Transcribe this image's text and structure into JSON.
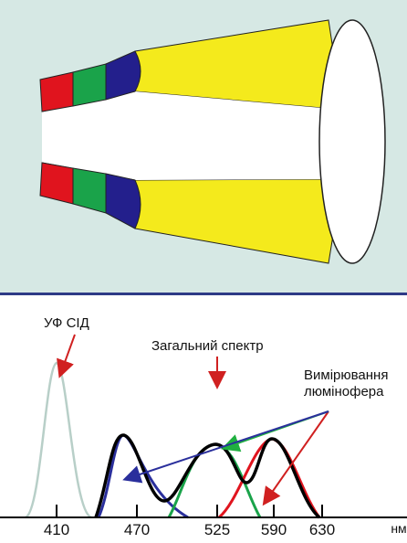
{
  "labels": {
    "uv_led": "УФ СІД",
    "total_spectrum": "Загальний спектр",
    "phosphor_line1": "Вимірювання",
    "phosphor_line2": "люмінофера",
    "unit": "нм"
  },
  "wavelength_ticks": [
    "410",
    "470",
    "525",
    "590",
    "630"
  ],
  "colors": {
    "background": "#d6e8e4",
    "red_phosphor": "#e0141e",
    "green_phosphor": "#1aa34a",
    "blue_phosphor": "#231f8c",
    "yellow_cone": "#f4ea1c",
    "uv_curve": "#b8cfc8",
    "total_curve": "#000000",
    "arrow_red": "#d02020",
    "arrow_green": "#20b040",
    "arrow_blue": "#2a2f9c"
  }
}
